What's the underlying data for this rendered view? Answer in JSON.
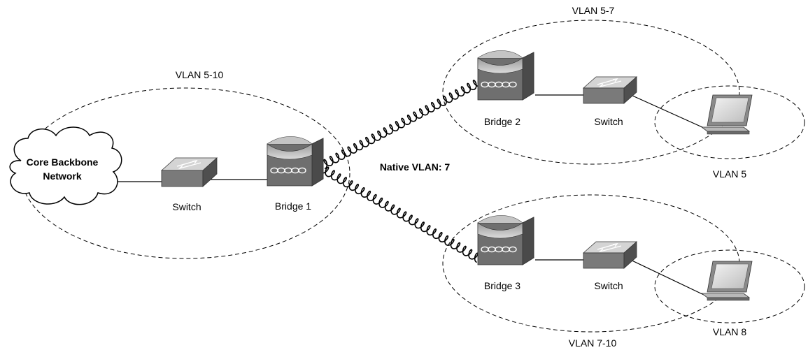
{
  "diagram": {
    "core_network": "Core Backbone Network",
    "core_network_lines": [
      "Core Backbone",
      "Network"
    ],
    "native_vlan": "Native VLAN: 7",
    "zones": {
      "main": "VLAN 5-10",
      "top": "VLAN 5-7",
      "bottom": "VLAN 7-10",
      "client_top": "VLAN 5",
      "client_bottom": "VLAN 8"
    },
    "devices": {
      "switch_main": "Switch",
      "bridge1": "Bridge 1",
      "bridge2": "Bridge 2",
      "switch_top": "Switch",
      "bridge3": "Bridge 3",
      "switch_bottom": "Switch"
    }
  },
  "colors": {
    "device_gray": "#7f7f7f",
    "device_dark": "#555555",
    "device_light": "#d2d2d2",
    "line": "#000000"
  }
}
